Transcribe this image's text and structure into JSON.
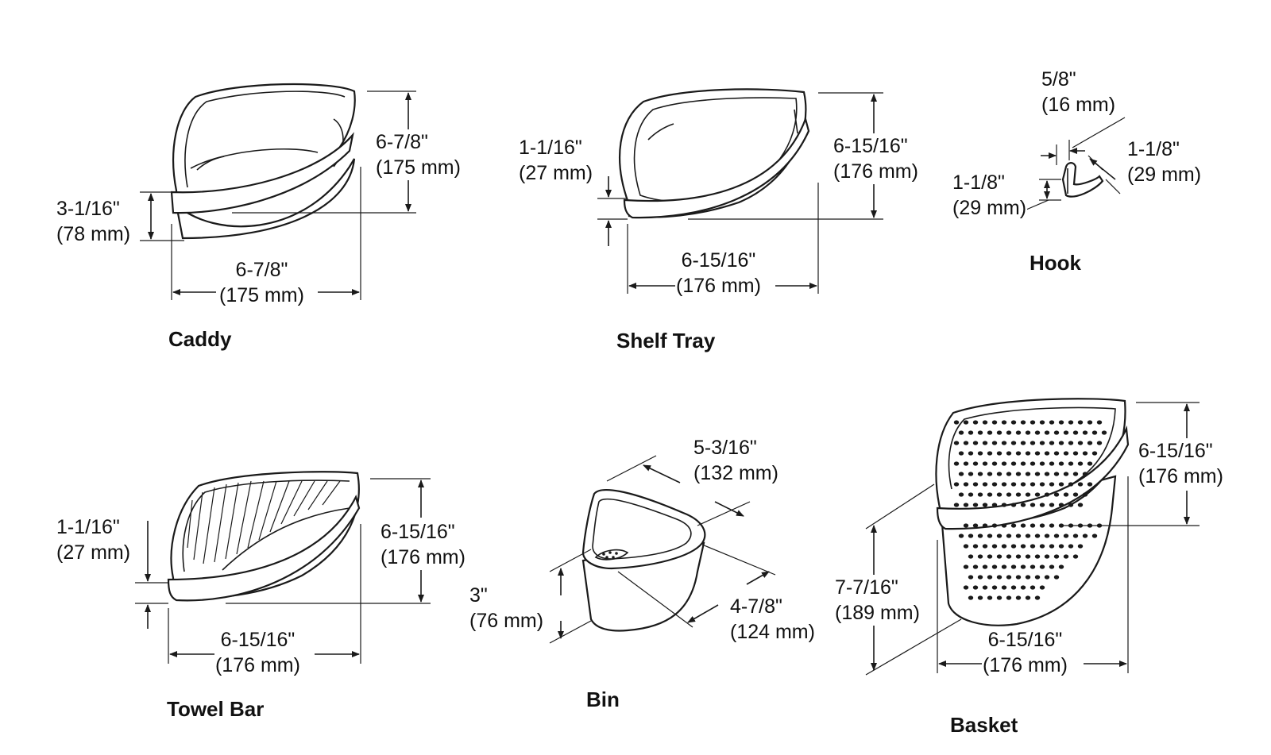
{
  "products": {
    "caddy": {
      "title": "Caddy",
      "height": {
        "imperial": "6-7/8\"",
        "metric": "(175 mm)"
      },
      "width": {
        "imperial": "6-7/8\"",
        "metric": "(175 mm)"
      },
      "depth": {
        "imperial": "3-1/16\"",
        "metric": "(78 mm)"
      }
    },
    "shelf_tray": {
      "title": "Shelf Tray",
      "rim": {
        "imperial": "1-1/16\"",
        "metric": "(27 mm)"
      },
      "height": {
        "imperial": "6-15/16\"",
        "metric": "(176 mm)"
      },
      "width": {
        "imperial": "6-15/16\"",
        "metric": "(176 mm)"
      }
    },
    "hook": {
      "title": "Hook",
      "top": {
        "imperial": "5/8\"",
        "metric": "(16 mm)"
      },
      "right": {
        "imperial": "1-1/8\"",
        "metric": "(29 mm)"
      },
      "left": {
        "imperial": "1-1/8\"",
        "metric": "(29 mm)"
      }
    },
    "towel_bar": {
      "title": "Towel Bar",
      "rim": {
        "imperial": "1-1/16\"",
        "metric": "(27 mm)"
      },
      "height": {
        "imperial": "6-15/16\"",
        "metric": "(176 mm)"
      },
      "width": {
        "imperial": "6-15/16\"",
        "metric": "(176 mm)"
      }
    },
    "bin": {
      "title": "Bin",
      "top": {
        "imperial": "5-3/16\"",
        "metric": "(132 mm)"
      },
      "side": {
        "imperial": "4-7/8\"",
        "metric": "(124 mm)"
      },
      "height": {
        "imperial": "3\"",
        "metric": "(76 mm)"
      }
    },
    "basket": {
      "title": "Basket",
      "top": {
        "imperial": "6-15/16\"",
        "metric": "(176 mm)"
      },
      "height": {
        "imperial": "7-7/16\"",
        "metric": "(189 mm)"
      },
      "width": {
        "imperial": "6-15/16\"",
        "metric": "(176 mm)"
      }
    }
  }
}
